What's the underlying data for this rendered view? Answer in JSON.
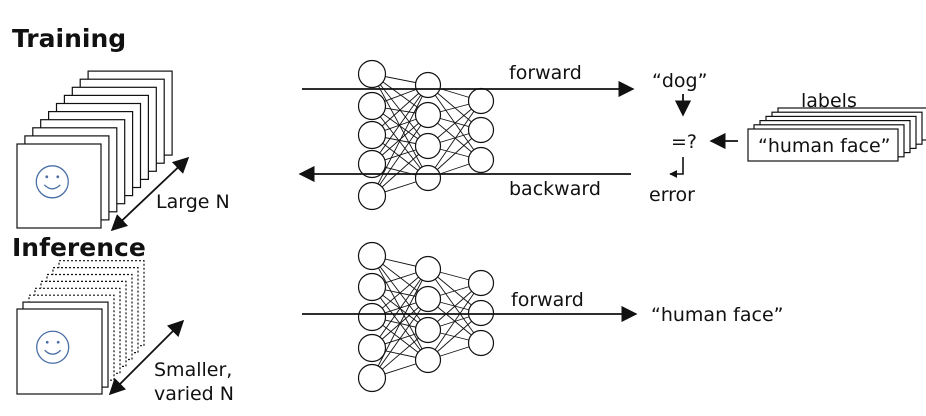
{
  "sections": {
    "training": "Training",
    "inference": "Inference"
  },
  "training": {
    "dataset_label": "Large N",
    "forward_label": "forward",
    "backward_label": "backward",
    "prediction": "“dog”",
    "compare": "=?",
    "error": "error",
    "labels_title": "labels",
    "label_value": "“human face”"
  },
  "inference": {
    "dataset_label_line1": "Smaller,",
    "dataset_label_line2": "varied N",
    "forward_label": "forward",
    "prediction": "“human face”"
  },
  "colors": {
    "ink": "#111111",
    "face": "#4a6fa5",
    "background": "#ffffff"
  }
}
